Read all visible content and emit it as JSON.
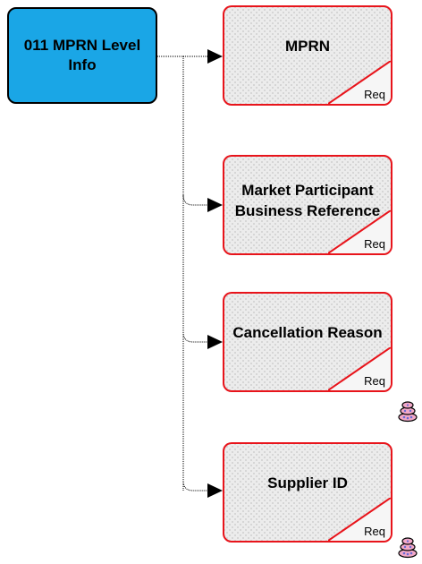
{
  "parent": {
    "label": "011 MPRN Level Info",
    "color": "#1aa6e6"
  },
  "children": [
    {
      "label": "MPRN",
      "badge": "Req",
      "repeat_icon": false
    },
    {
      "label": "Market Participant Business Reference",
      "badge": "Req",
      "repeat_icon": false
    },
    {
      "label": "Cancellation Reason",
      "badge": "Req",
      "repeat_icon": true
    },
    {
      "label": "Supplier ID",
      "badge": "Req",
      "repeat_icon": true
    }
  ],
  "colors": {
    "child_border": "#e8141b",
    "child_fill": "#ececec",
    "connector": "#000000"
  },
  "icons": {
    "repeat": "stacked-cylinders-icon",
    "arrow": "arrowhead-icon"
  }
}
